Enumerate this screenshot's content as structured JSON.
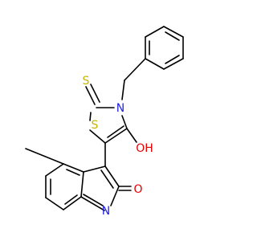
{
  "molecule": {
    "atoms": {
      "S_thione": {
        "label": "S",
        "color": "#c8b400"
      },
      "S_ring": {
        "label": "S",
        "color": "#c8b400"
      },
      "N_ring": {
        "label": "N",
        "color": "#2323e6"
      },
      "OH": {
        "label": "OH",
        "color": "#e60000"
      },
      "O_carbonyl": {
        "label": "O",
        "color": "#e60000"
      },
      "N_indole": {
        "label": "N",
        "color": "#2323e6"
      }
    }
  }
}
